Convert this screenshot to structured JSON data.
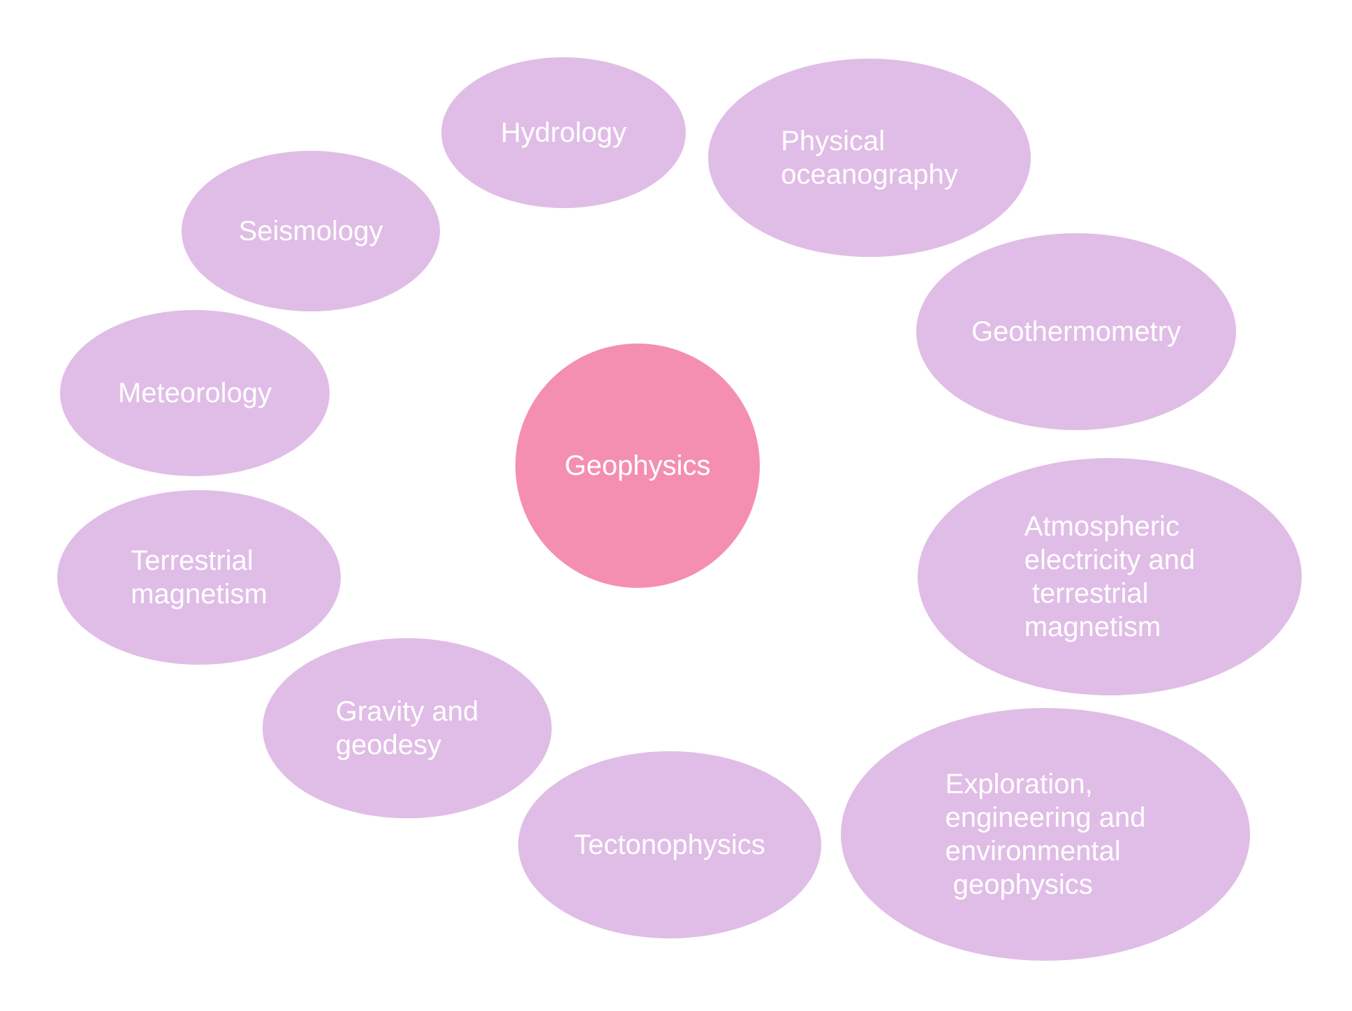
{
  "diagram": {
    "center": {
      "label": "Geophysics",
      "color": "#f48fb1"
    },
    "topic_color": "#e0bde6",
    "text_color": "#ffffff",
    "topics": [
      {
        "id": "hydrology",
        "label": "Hydrology"
      },
      {
        "id": "physical-oceanography",
        "label": "Physical\noceanography"
      },
      {
        "id": "seismology",
        "label": "Seismology"
      },
      {
        "id": "geothermometry",
        "label": "Geothermometry"
      },
      {
        "id": "meteorology",
        "label": "Meteorology"
      },
      {
        "id": "atmospheric-electricity",
        "label": "Atmospheric\nelectricity and\n terrestrial\nmagnetism"
      },
      {
        "id": "terrestrial-magnetism",
        "label": "Terrestrial\nmagnetism"
      },
      {
        "id": "gravity-geodesy",
        "label": "Gravity and\ngeodesy"
      },
      {
        "id": "tectonophysics",
        "label": "Tectonophysics"
      },
      {
        "id": "exploration-geophysics",
        "label": "Exploration,\nengineering and\nenvironmental\n geophysics"
      }
    ]
  }
}
